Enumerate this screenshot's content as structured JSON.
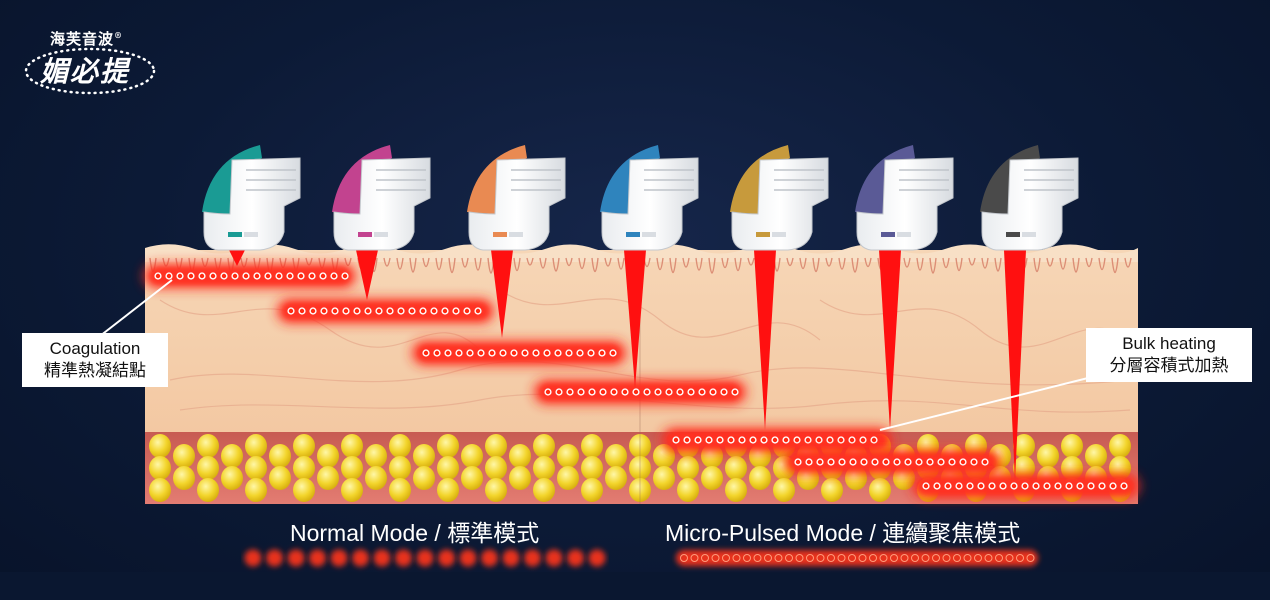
{
  "logo": {
    "brand_top": "海芙音波",
    "registered": "®",
    "brand_main": "媚必提"
  },
  "callouts": {
    "left_line1": "Coagulation",
    "left_line2": "精準熱凝結點",
    "right_line1": "Bulk heating",
    "right_line2": "分層容積式加熱"
  },
  "modes": {
    "normal": "Normal Mode / 標準模式",
    "micro": "Micro-Pulsed Mode / 連續聚焦模式"
  },
  "colors": {
    "transducers": [
      "#1a9b94",
      "#c2438f",
      "#e98a52",
      "#2f84bd",
      "#c79a3c",
      "#5a5a96",
      "#4a4a4a"
    ],
    "beam": "#ff1010",
    "heat_glow": "#ff2a1a",
    "fat": "#f2d530",
    "skin": "#f5cfa8"
  },
  "beams": [
    {
      "type": "short"
    },
    {
      "type": "long"
    },
    {
      "type": "long"
    },
    {
      "type": "long"
    },
    {
      "type": "long"
    },
    {
      "type": "long"
    },
    {
      "type": "long"
    }
  ]
}
